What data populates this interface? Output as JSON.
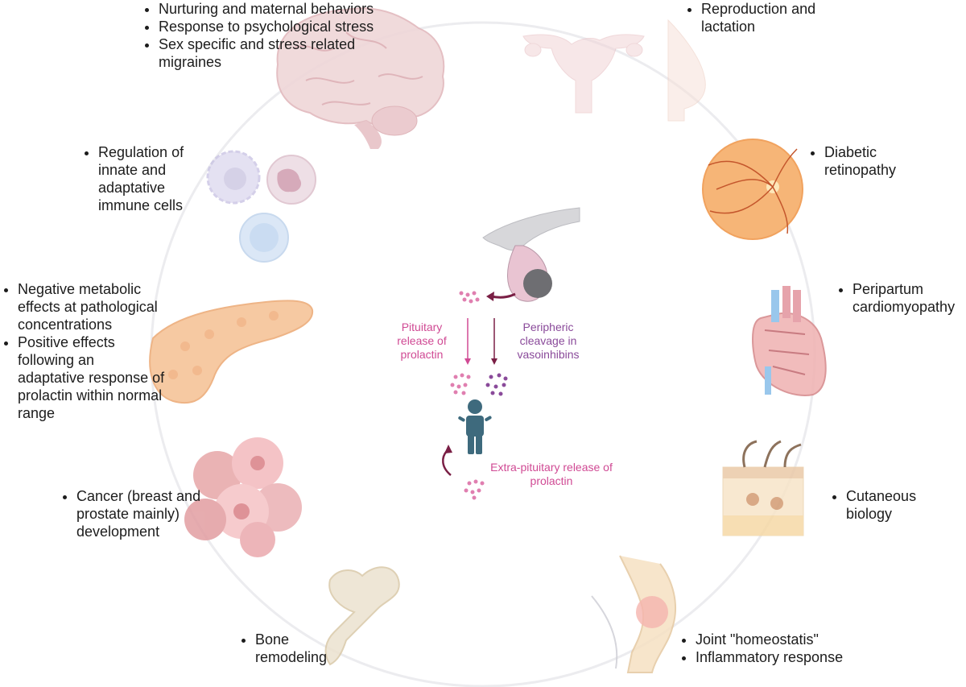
{
  "labels": {
    "brain": [
      "Nurturing and maternal behaviors",
      "Response to psychological stress",
      "Sex specific and stress related migraines"
    ],
    "reproduction": [
      "Reproduction and lactation"
    ],
    "immune": [
      "Regulation of innate and adaptative immune cells"
    ],
    "retina": [
      "Diabetic retinopathy"
    ],
    "heart": [
      "Peripartum cardiomyopathy"
    ],
    "pancreas": [
      "Negative metabolic effects at pathological concentrations",
      "Positive effects following an adaptative response of prolactin within normal range"
    ],
    "skin": [
      "Cutaneous biology"
    ],
    "cancer": [
      "Cancer (breast and prostate mainly) development"
    ],
    "bone": [
      "Bone remodeling"
    ],
    "joint": [
      "Joint \"homeostatis\"",
      "Inflammatory response"
    ]
  },
  "center": {
    "pituitary_release": "Pituitary release of prolactin",
    "peripheric_cleavage": "Peripheric cleavage in vasoinhibins",
    "extra_pituitary": "Extra-pituitary release of prolactin"
  },
  "colors": {
    "circle": "#ededf0",
    "prolactin": "#d04a94",
    "vasoinhibin": "#8a4a9a",
    "arrow_dark": "#7a1f45",
    "person": "#3e6a7d"
  }
}
